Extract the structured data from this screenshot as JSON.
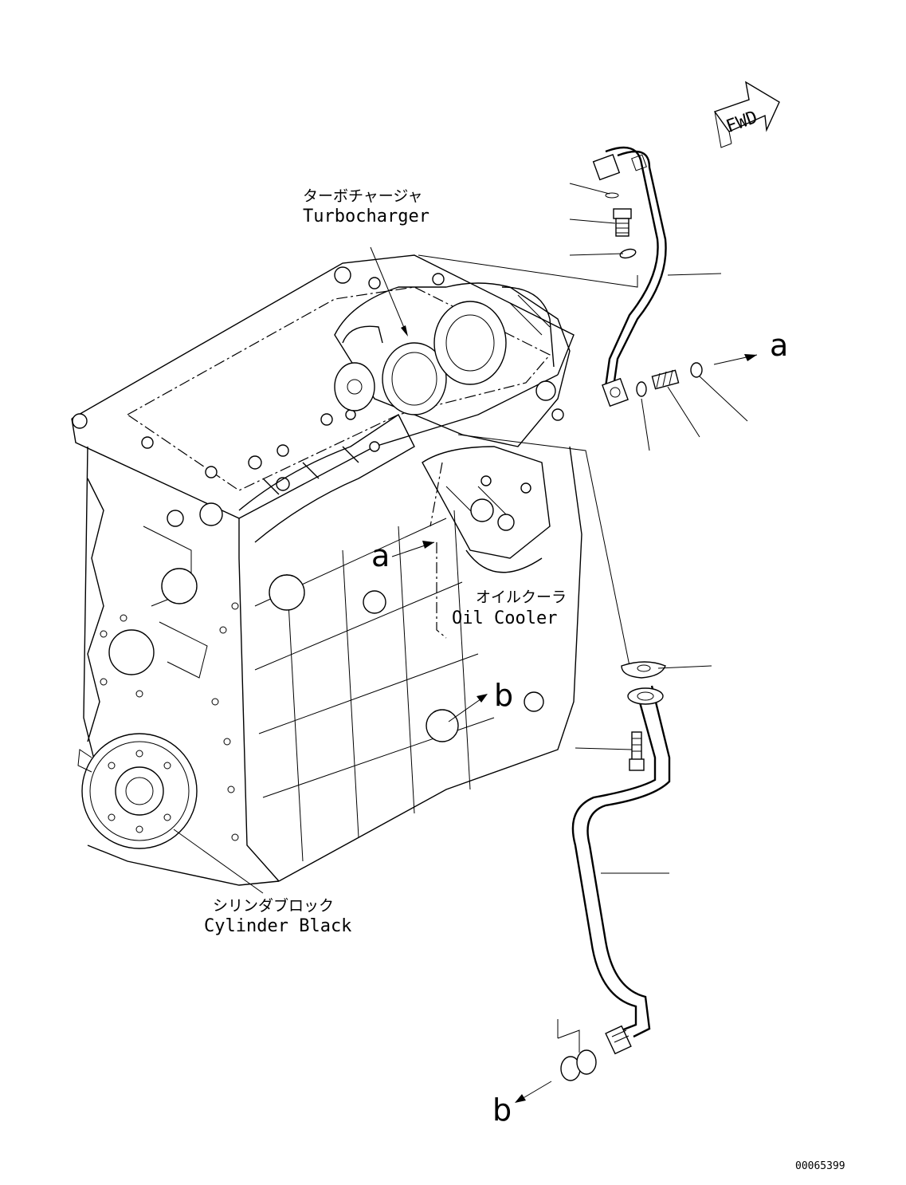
{
  "labels": {
    "turbocharger_jp": "ターボチャージャ",
    "turbocharger_en": "Turbocharger",
    "oil_cooler_jp": "オイルクーラ",
    "oil_cooler_en": "Oil Cooler",
    "cylinder_block_jp": "シリンダブロック",
    "cylinder_block_en": "Cylinder Black",
    "fwd": "FWD",
    "ref_a": "a",
    "ref_b": "b",
    "part_number": "00065399"
  }
}
